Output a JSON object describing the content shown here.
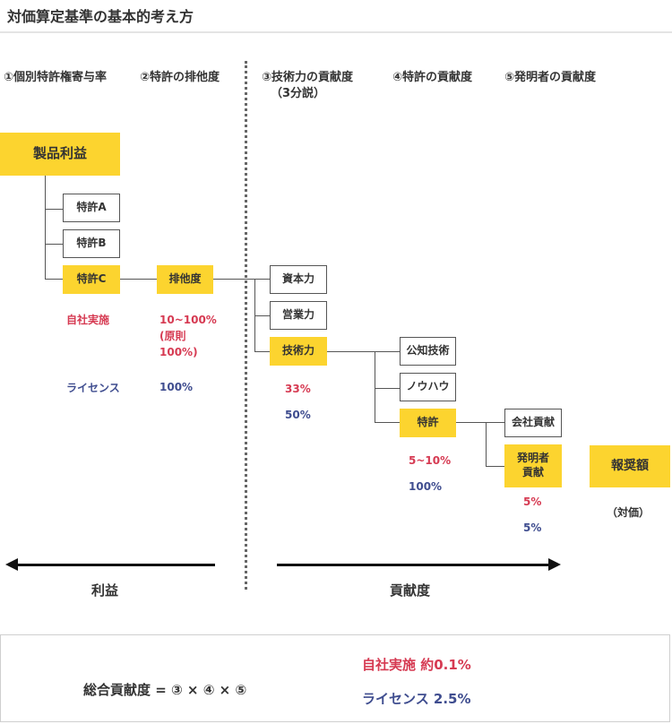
{
  "title": "対価算定基準の基本的考え方",
  "headers": {
    "h1": "①個別特許権寄与率",
    "h2": "②特許の排他度",
    "h3_line1": "③技術力の貢献度",
    "h3_line2": "（3分説）",
    "h4": "④特許の貢献度",
    "h5": "⑤発明者の貢献度"
  },
  "boxes": {
    "product_profit": "製品利益",
    "patent_a": "特許A",
    "patent_b": "特許B",
    "patent_c": "特許C",
    "exclusivity": "排他度",
    "capital": "資本力",
    "sales": "営業力",
    "technology": "技術力",
    "public_tech": "公知技術",
    "knowhow": "ノウハウ",
    "patent": "特許",
    "company": "会社貢献",
    "inventor_line1": "発明者",
    "inventor_line2": "貢献",
    "reward": "報奨額"
  },
  "values": {
    "self_impl_label": "自社実施",
    "license_label": "ライセンス",
    "excl_self_line1": "10~100%",
    "excl_self_line2": "(原則",
    "excl_self_line3": "100%)",
    "excl_license": "100%",
    "tech_self": "33%",
    "tech_license": "50%",
    "patent_self": "5~10%",
    "patent_license": "100%",
    "inventor_self": "5%",
    "inventor_license": "5%",
    "reward_note": "（対価）"
  },
  "arrows": {
    "left_label": "利益",
    "right_label": "貢献度"
  },
  "summary": {
    "formula": "総合貢献度 = ③ × ④ × ⑤",
    "self_impl": "自社実施 約0.1%",
    "license": "ライセンス 2.5%"
  },
  "colors": {
    "yellow": "#fcd42f",
    "red": "#d63a52",
    "blue": "#3f4d8f"
  }
}
